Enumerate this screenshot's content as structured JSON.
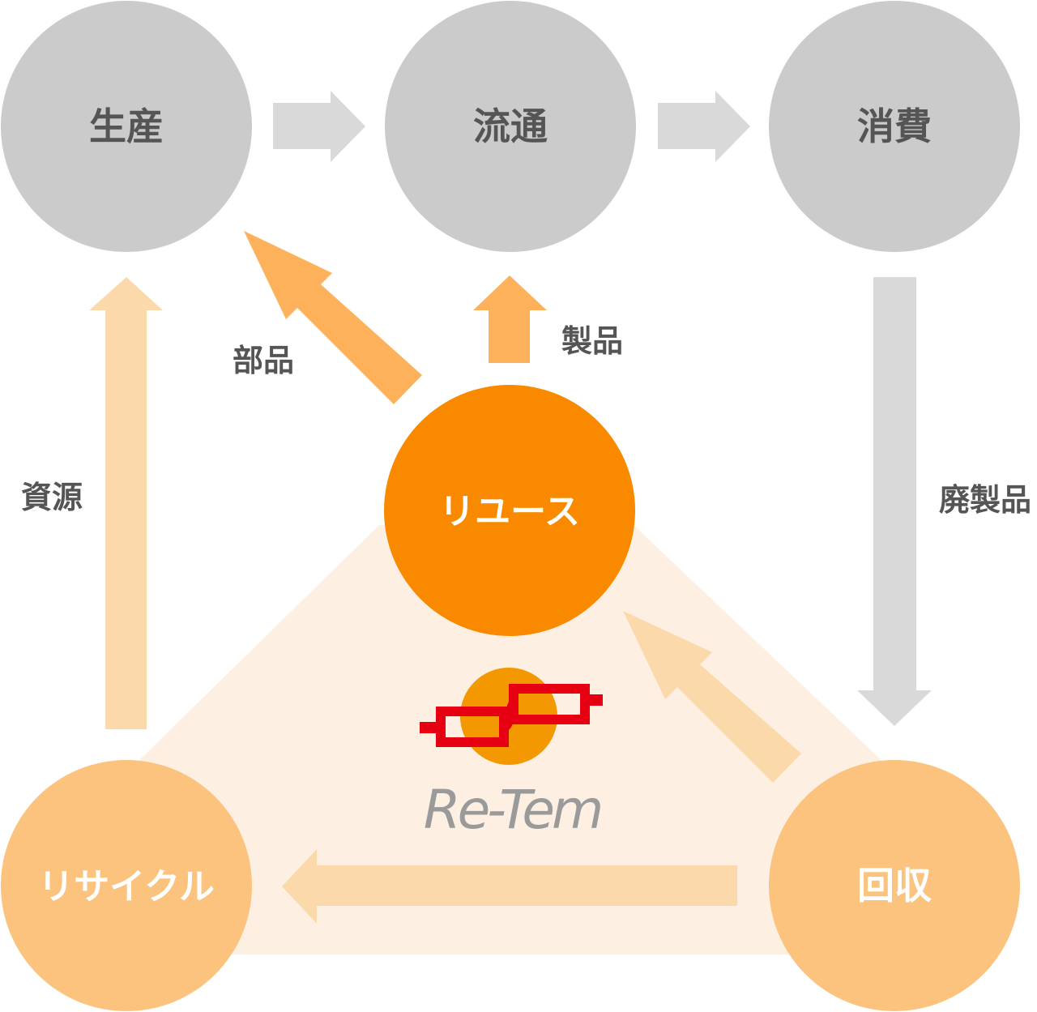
{
  "nodes": {
    "production": "生産",
    "distribution": "流通",
    "consumption": "消費",
    "reuse": "リユース",
    "recycle": "リサイクル",
    "collection": "回収"
  },
  "edge_labels": {
    "parts": "部品",
    "products": "製品",
    "resources": "資源",
    "waste_products": "廃製品"
  },
  "logo": {
    "text": "Re-Tem"
  },
  "colors": {
    "gray_circle": "#cbcbcb",
    "gray_arrow": "#d9d9d9",
    "gray_text": "#555555",
    "reuse_orange": "#f98a00",
    "light_orange": "#fcc37f",
    "mid_orange_arrow": "#fdb15a",
    "pale_orange_arrow": "#fcd9ab",
    "triangle_fill": "#fdf0e3",
    "logo_red": "#e60012",
    "logo_orange": "#f39800",
    "logo_gray": "#9a9a9a"
  }
}
